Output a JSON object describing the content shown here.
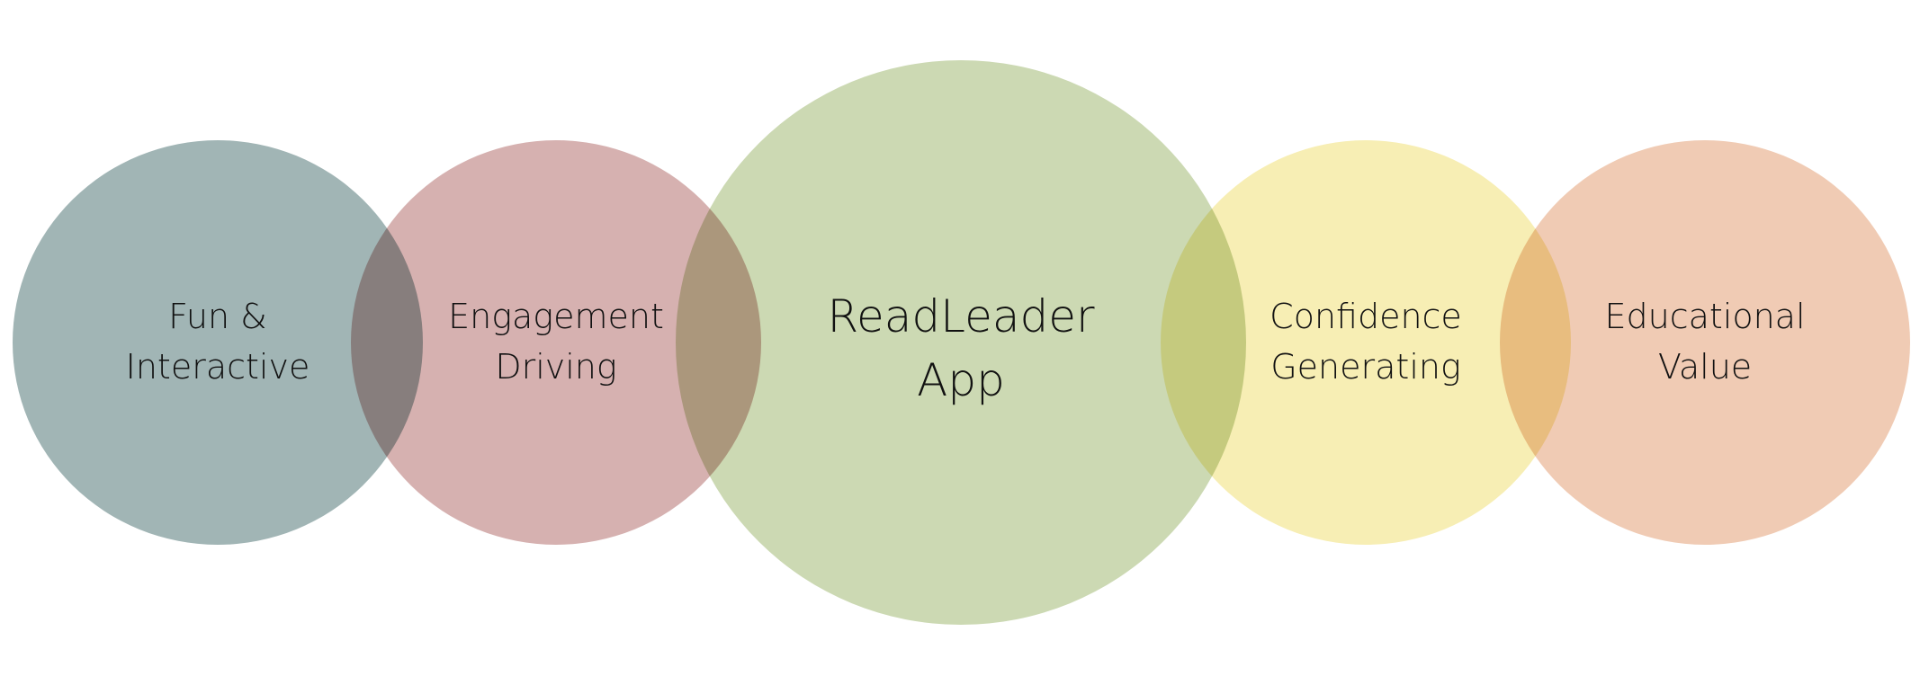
{
  "diagram": {
    "circles": [
      {
        "id": "fun-interactive",
        "lines": [
          "Fun &",
          "Interactive"
        ],
        "color": "#a1b5b5"
      },
      {
        "id": "engagement-driving",
        "lines": [
          "Engagement",
          "Driving"
        ],
        "color": "#d6b1b0"
      },
      {
        "id": "readleader-app",
        "lines": [
          "ReadLeader",
          "App"
        ],
        "color": "#ccd9b3"
      },
      {
        "id": "confidence-generating",
        "lines": [
          "Confidence",
          "Generating"
        ],
        "color": "#f7eeb4"
      },
      {
        "id": "educational-value",
        "lines": [
          "Educational",
          "Value"
        ],
        "color": "#f0cbb4"
      }
    ]
  }
}
